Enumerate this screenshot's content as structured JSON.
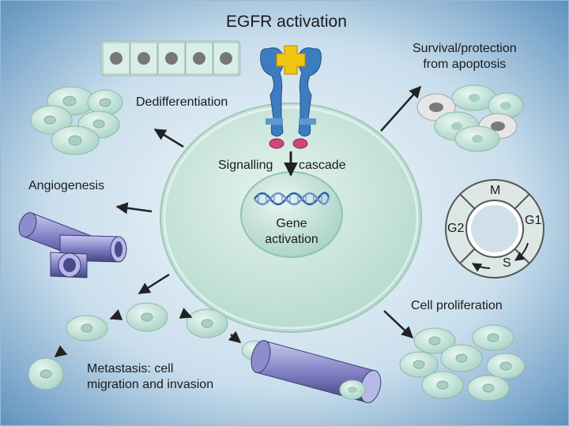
{
  "diagram": {
    "title": "EGFR activation",
    "labels": {
      "survival": "Survival/protection\nfrom apoptosis",
      "dedifferentiation": "Dedifferentiation",
      "signalling": "Signalling",
      "cascade": "cascade",
      "angiogenesis": "Angiogenesis",
      "gene_activation": "Gene\nactivation",
      "cell_proliferation": "Cell proliferation",
      "metastasis": "Metastasis: cell\nmigration and invasion"
    },
    "cell_cycle": {
      "phases": [
        "M",
        "G1",
        "S",
        "G2"
      ]
    },
    "colors": {
      "background_center": "#eaf3f8",
      "background_edge": "#5d90bf",
      "cell_fill": "#c8e8dd",
      "receptor": "#3d7dbf",
      "ligand": "#f2c411",
      "vessel": "#7a7aba",
      "arrow": "#222222"
    }
  }
}
